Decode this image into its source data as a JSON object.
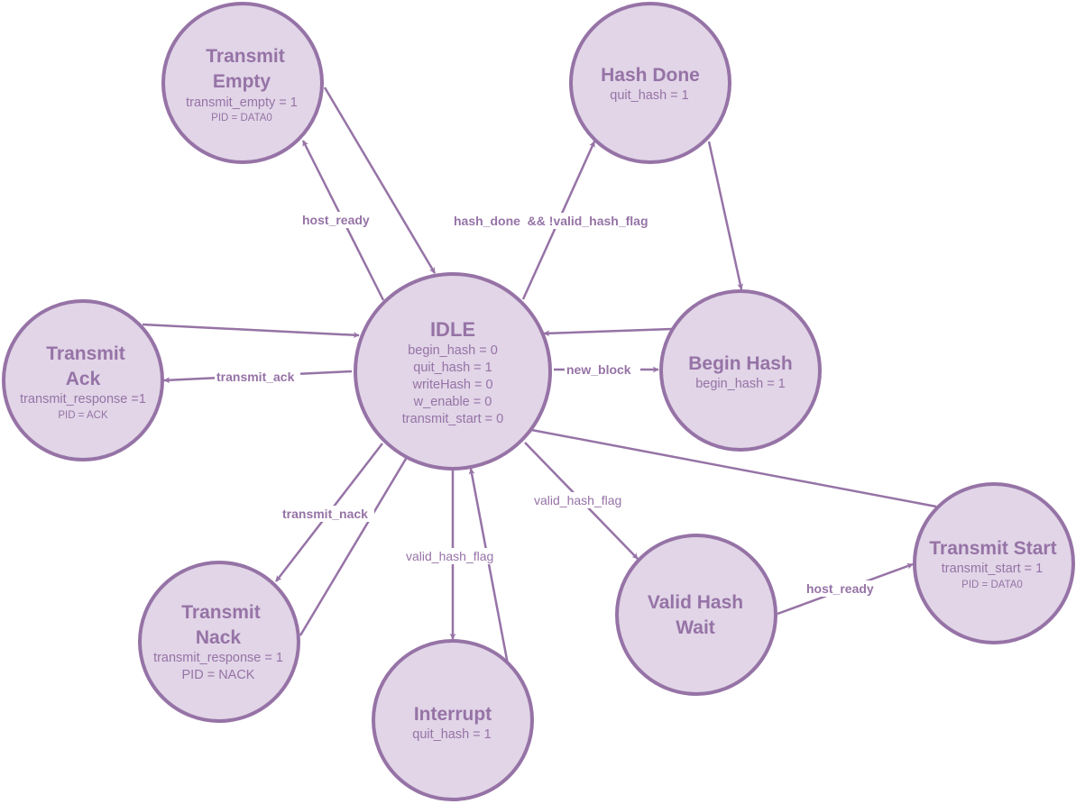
{
  "colors": {
    "fill": "#e1d5e7",
    "stroke": "#9673a6",
    "text": "#9673a6",
    "background": "#ffffff"
  },
  "states": [
    {
      "id": "idle",
      "title": [
        "IDLE"
      ],
      "lines": [
        "begin_hash = 0",
        "quit_hash = 1",
        "writeHash = 0",
        "w_enable = 0",
        "transmit_start = 0"
      ],
      "small": []
    },
    {
      "id": "transmit-empty",
      "title": [
        "Transmit",
        "Empty"
      ],
      "lines": [
        "transmit_empty = 1"
      ],
      "small": [
        "PID = DATA0"
      ]
    },
    {
      "id": "hash-done",
      "title": [
        "Hash Done"
      ],
      "lines": [
        "quit_hash = 1"
      ],
      "small": []
    },
    {
      "id": "transmit-ack",
      "title": [
        "Transmit",
        "Ack"
      ],
      "lines": [
        "transmit_response =1"
      ],
      "small": [
        "PID = ACK"
      ]
    },
    {
      "id": "begin-hash",
      "title": [
        "Begin Hash"
      ],
      "lines": [
        "begin_hash = 1"
      ],
      "small": []
    },
    {
      "id": "transmit-nack",
      "title": [
        "Transmit",
        "Nack"
      ],
      "lines": [
        "transmit_response = 1",
        "PID = NACK"
      ],
      "small": []
    },
    {
      "id": "interrupt",
      "title": [
        "Interrupt"
      ],
      "lines": [
        "quit_hash = 1"
      ],
      "small": []
    },
    {
      "id": "valid-hash-wait",
      "title": [
        "Valid Hash",
        "Wait"
      ],
      "lines": [],
      "small": []
    },
    {
      "id": "transmit-start",
      "title": [
        "Transmit Start"
      ],
      "lines": [
        "transmit_start = 1"
      ],
      "small": [
        "PID = DATA0"
      ]
    }
  ],
  "edge_labels": [
    {
      "id": "host-ready-left",
      "text": "host_ready",
      "bold": true
    },
    {
      "id": "hash-done-cond",
      "text": "hash_done  && !valid_hash_flag",
      "bold": true
    },
    {
      "id": "new-block",
      "text": "new_block",
      "bold": true
    },
    {
      "id": "transmit-ack",
      "text": "transmit_ack",
      "bold": true
    },
    {
      "id": "transmit-nack",
      "text": "transmit_nack",
      "bold": true
    },
    {
      "id": "valid-hash-flag-down",
      "text": "valid_hash_flag",
      "bold": false
    },
    {
      "id": "valid-hash-flag-right",
      "text": "valid_hash_flag",
      "bold": false
    },
    {
      "id": "host-ready-right",
      "text": "host_ready",
      "bold": true
    }
  ]
}
